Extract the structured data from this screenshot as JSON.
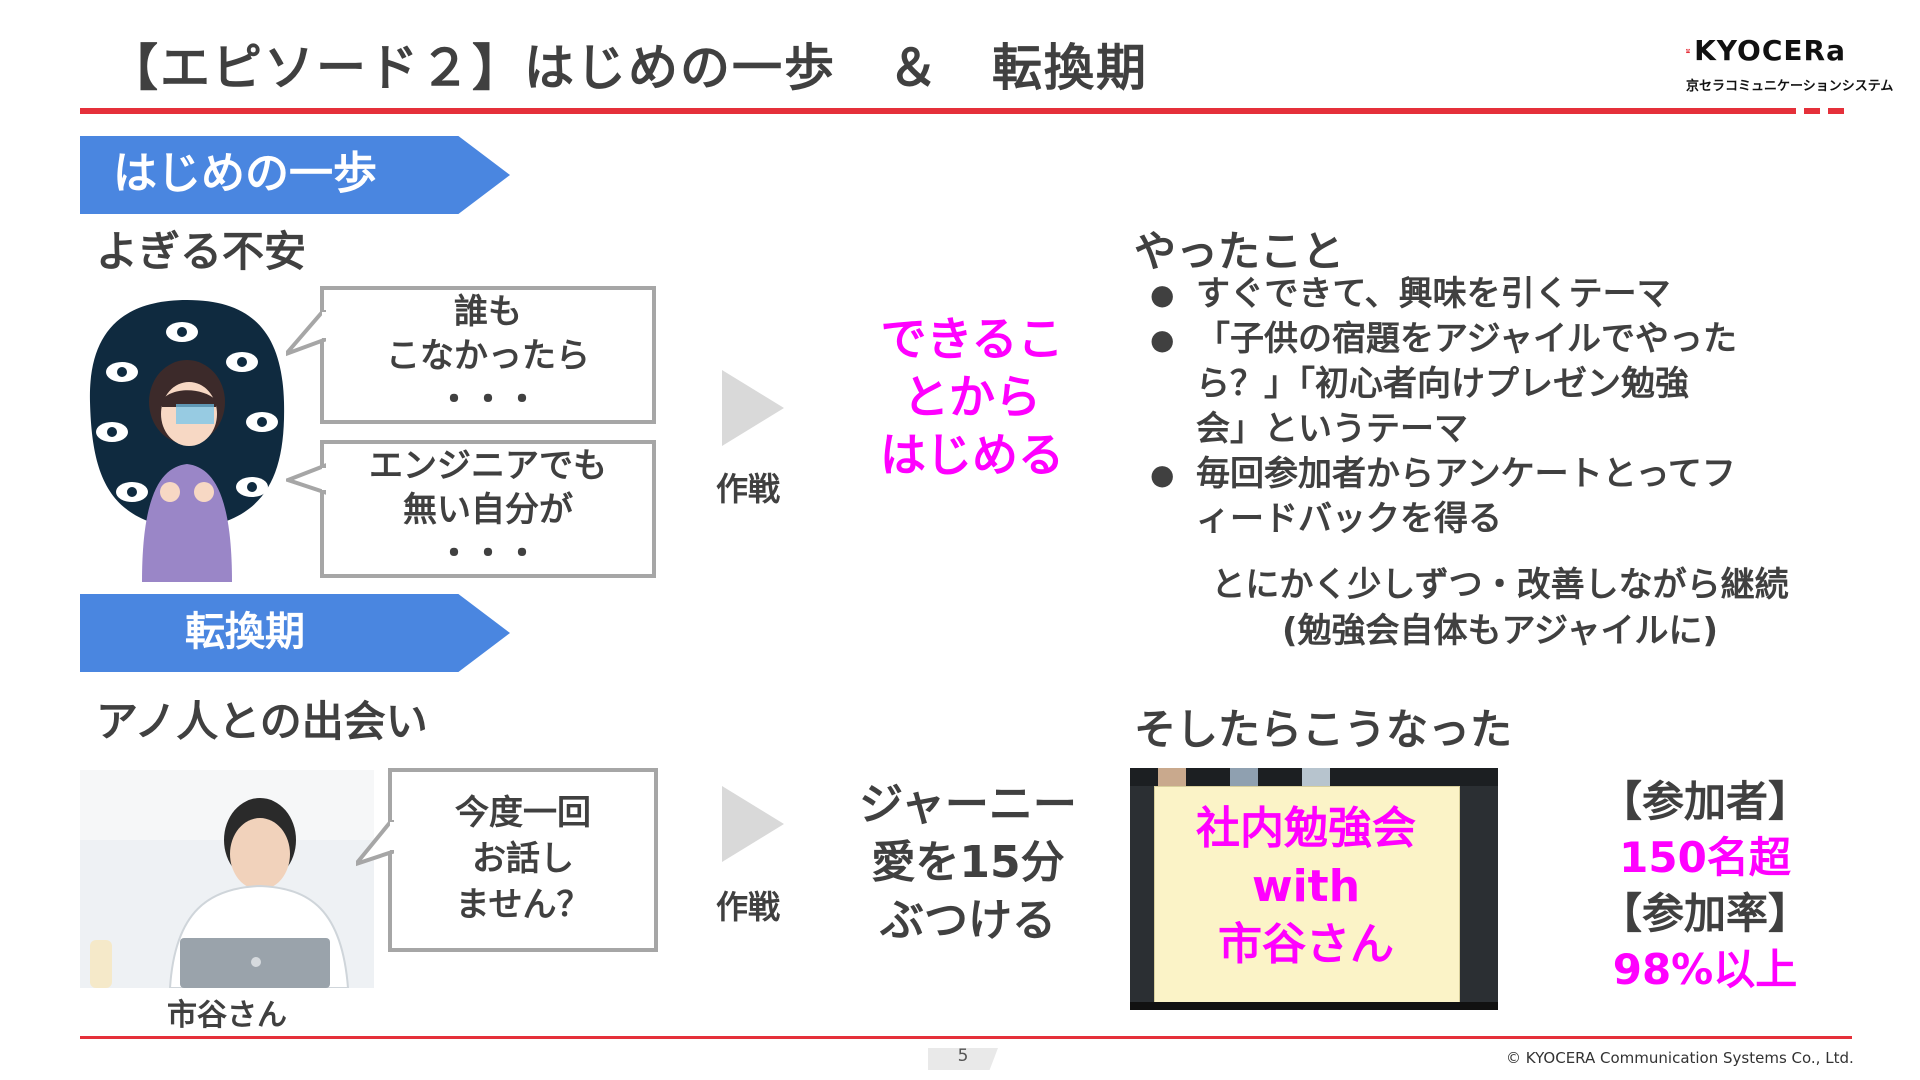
{
  "header": {
    "title": "【エピソード２】はじめの一歩　＆　転換期",
    "logo_word": "KYOCERa",
    "logo_sub": "京セラコミュニケーションシステム"
  },
  "section1": {
    "banner": "はじめの一歩",
    "left_heading": "よぎる不安",
    "bubble1": [
      "誰も",
      "こなかったら",
      "・・・"
    ],
    "bubble2": [
      "エンジニアでも",
      "無い自分が",
      "・・・"
    ],
    "strategy_label": "作戦",
    "strategy": [
      "できるこ",
      "とから",
      "はじめる"
    ],
    "right_heading": "やったこと",
    "bullets": [
      [
        "すぐできて、興味を引くテーマ"
      ],
      [
        "「子供の宿題をアジャイルでやった",
        "ら？」「初心者向けプレゼン勉強",
        "会」というテーマ"
      ],
      [
        "毎回参加者からアンケートとってフ",
        "ィードバックを得る"
      ]
    ],
    "note": [
      "とにかく少しずつ・改善しながら継続",
      "(勉強会自体もアジャイルに)"
    ]
  },
  "section2": {
    "banner": "転換期",
    "left_heading": "アノ人との出会い",
    "photo_caption": "市谷さん",
    "bubble": [
      "今度一回",
      "お話し",
      "ません？"
    ],
    "strategy_label": "作戦",
    "strategy": [
      "ジャーニー",
      "愛を15分",
      "ぶつける"
    ],
    "right_heading": "そしたらこうなった",
    "screen_text": [
      "社内勉強会",
      "with",
      "市谷さん"
    ],
    "stats": {
      "label1": "【参加者】",
      "value1": "150名超",
      "label2": "【参加率】",
      "value2": "98%以上"
    }
  },
  "footer": {
    "page_number": "5",
    "copyright": "© KYOCERA Communication Systems Co., Ltd."
  },
  "colors": {
    "accent_red": "#e5303a",
    "banner_blue": "#4a86e0",
    "magenta": "#ff00ff",
    "text_gray": "#404040"
  }
}
